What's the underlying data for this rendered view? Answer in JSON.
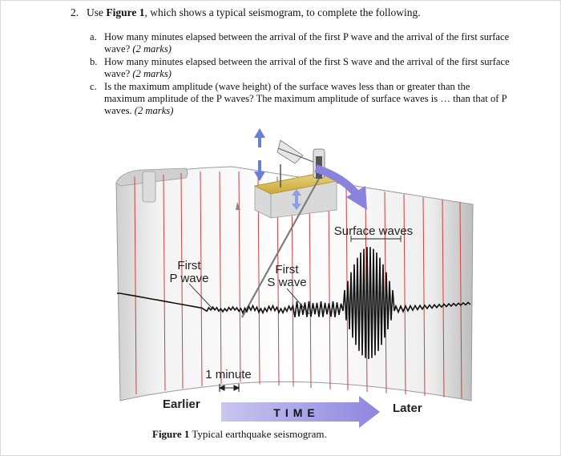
{
  "question": {
    "number": "2.",
    "stem_prefix": "Use ",
    "stem_bold": "Figure 1",
    "stem_suffix": ", which shows a typical seismogram, to complete the following.",
    "parts": [
      {
        "label": "a.",
        "text": "How many minutes elapsed between the arrival of the first P wave and the arrival of the first surface wave?",
        "marks": "(2 marks)"
      },
      {
        "label": "b.",
        "text": "How many minutes elapsed between the arrival of the first S wave and the arrival of the first surface wave?",
        "marks": "(2 marks)"
      },
      {
        "label": "c.",
        "text": "Is the maximum amplitude (wave height) of the surface waves less than or greater than the maximum amplitude of the P waves? The maximum amplitude of surface waves is … than that of P waves.",
        "marks": "(2 marks)"
      }
    ]
  },
  "figure": {
    "first_p_line1": "First",
    "first_p_line2": "P wave",
    "first_s_line1": "First",
    "first_s_line2": "S wave",
    "surface_waves": "Surface waves",
    "one_minute": "1 minute",
    "earlier": "Earlier",
    "time": "TIME",
    "later": "Later",
    "caption_label": "Figure 1",
    "caption_text": "Typical earthquake seismogram.",
    "colors": {
      "grid_line": "#d63c3c",
      "time_arrow": "#8e86df",
      "trace": "#111111"
    },
    "icons": [
      "up-down-arrow-icon",
      "surface-wave-arrow-icon"
    ]
  }
}
